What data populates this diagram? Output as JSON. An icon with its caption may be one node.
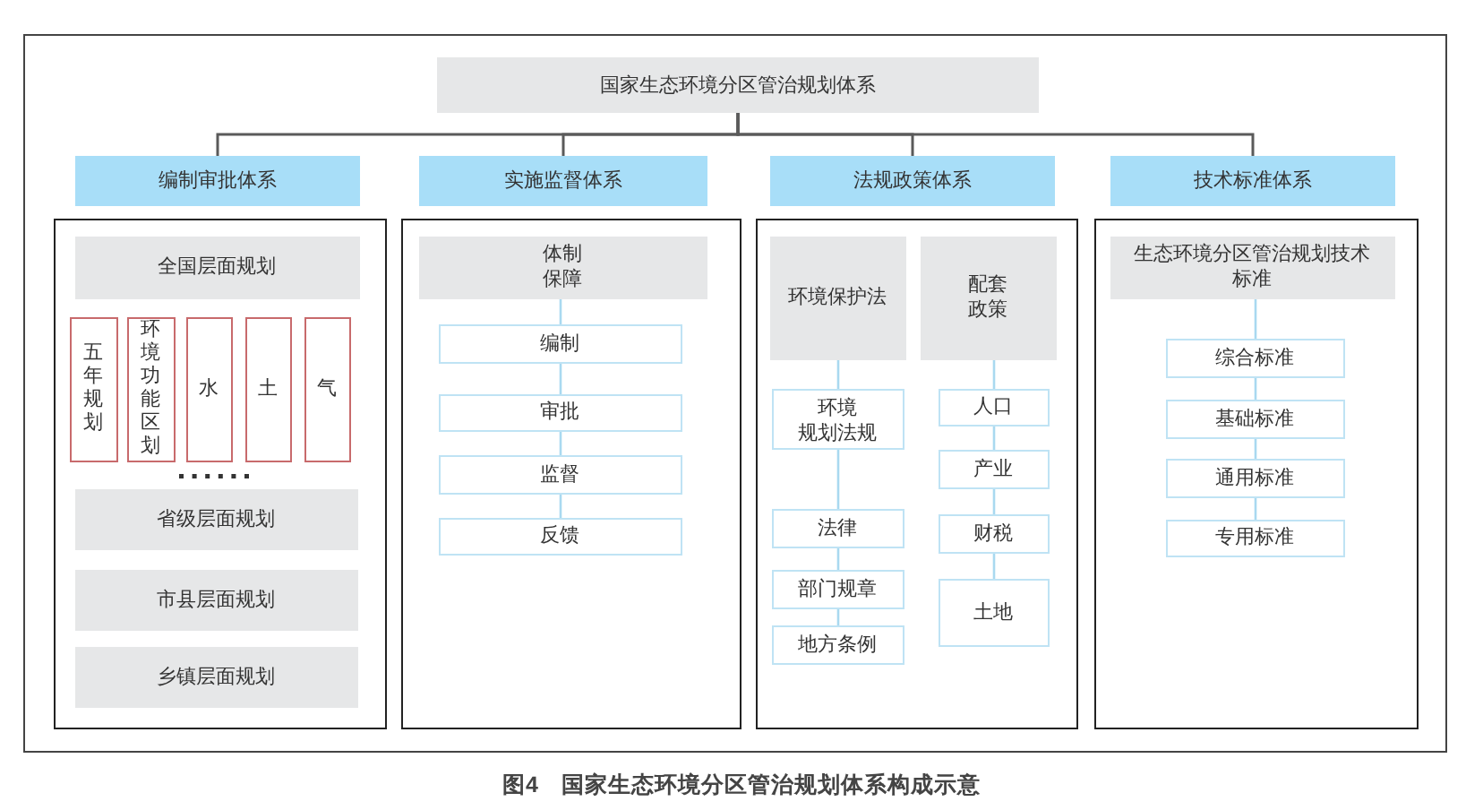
{
  "diagram": {
    "caption": "图4　国家生态环境分区管治规划体系构成示意",
    "nodes": [
      {
        "text": [
          "国家生态环境分区管治规划体系"
        ]
      },
      {
        "text": [
          "编制审批体系"
        ]
      },
      {
        "text": [
          "实施监督体系"
        ]
      },
      {
        "text": [
          "法规政策体系"
        ]
      },
      {
        "text": [
          "技术标准体系"
        ]
      },
      {
        "text": [],
        "shape": "box"
      },
      {
        "text": [
          "全国层面规划"
        ],
        "in": 5
      },
      {
        "text": [
          "五年规划"
        ],
        "in": 5
      },
      {
        "text": [
          "环境功能区划"
        ],
        "in": 5
      },
      {
        "text": [
          "水"
        ],
        "in": 5
      },
      {
        "text": [
          "土"
        ],
        "in": 5
      },
      {
        "text": [
          "气"
        ],
        "in": 5
      },
      {
        "text": [
          "省级层面规划"
        ],
        "in": 5
      },
      {
        "text": [
          "市县层面规划"
        ],
        "in": 5
      },
      {
        "text": [
          "乡镇层面规划"
        ],
        "in": 5
      },
      {
        "text": [],
        "shape": "box"
      },
      {
        "text": [
          "体制保障"
        ],
        "in": 15
      },
      {
        "text": [
          "编制"
        ],
        "in": 15
      },
      {
        "text": [
          "审批"
        ],
        "in": 15
      },
      {
        "text": [
          "监督"
        ],
        "in": 15
      },
      {
        "text": [
          "反馈"
        ],
        "in": 15
      },
      {
        "text": [],
        "shape": "box"
      },
      {
        "text": [
          "环境保护法"
        ],
        "in": 21
      },
      {
        "text": [
          "配套政策"
        ],
        "in": 21
      },
      {
        "text": [
          "环境规划法规"
        ],
        "in": 21
      },
      {
        "text": [
          "法律"
        ],
        "in": 21
      },
      {
        "text": [
          "部门规章"
        ],
        "in": 21
      },
      {
        "text": [
          "地方条例"
        ],
        "in": 21
      },
      {
        "text": [
          "人口"
        ],
        "in": 21
      },
      {
        "text": [
          "产业"
        ],
        "in": 21
      },
      {
        "text": [
          "财税"
        ],
        "in": 21
      },
      {
        "text": [
          "土地"
        ],
        "in": 21
      },
      {
        "text": [],
        "shape": "box"
      },
      {
        "text": [
          "生态环境分区管治规划技术标准"
        ],
        "in": 32
      },
      {
        "text": [
          "综合标准"
        ],
        "in": 32
      },
      {
        "text": [
          "基础标准"
        ],
        "in": 32
      },
      {
        "text": [
          "通用标准"
        ],
        "in": 32
      },
      {
        "text": [
          "专用标准"
        ],
        "in": 32
      }
    ],
    "edges": [
      {
        "from": 0,
        "to": 1,
        "arrow": "none",
        "color": "#5a5a5a"
      },
      {
        "from": 0,
        "to": 2,
        "arrow": "none",
        "color": "#5a5a5a"
      },
      {
        "from": 0,
        "to": 3,
        "arrow": "none",
        "color": "#5a5a5a"
      },
      {
        "from": 0,
        "to": 4,
        "arrow": "none",
        "color": "#5a5a5a"
      },
      {
        "from": 16,
        "to": 17,
        "arrow": "none"
      },
      {
        "from": 17,
        "to": 18,
        "arrow": "none"
      },
      {
        "from": 18,
        "to": 19,
        "arrow": "none"
      },
      {
        "from": 19,
        "to": 20,
        "arrow": "none"
      },
      {
        "from": 22,
        "to": 24,
        "arrow": "none"
      },
      {
        "from": 24,
        "to": 25,
        "arrow": "none"
      },
      {
        "from": 25,
        "to": 26,
        "arrow": "none"
      },
      {
        "from": 26,
        "to": 27,
        "arrow": "none"
      },
      {
        "from": 23,
        "to": 28,
        "arrow": "none"
      },
      {
        "from": 28,
        "to": 29,
        "arrow": "none"
      },
      {
        "from": 29,
        "to": 30,
        "arrow": "none"
      },
      {
        "from": 30,
        "to": 31,
        "arrow": "none"
      },
      {
        "from": 33,
        "to": 34,
        "arrow": "none"
      },
      {
        "from": 34,
        "to": 35,
        "arrow": "none"
      },
      {
        "from": 35,
        "to": 36,
        "arrow": "none"
      },
      {
        "from": 36,
        "to": 37,
        "arrow": "none"
      }
    ]
  }
}
